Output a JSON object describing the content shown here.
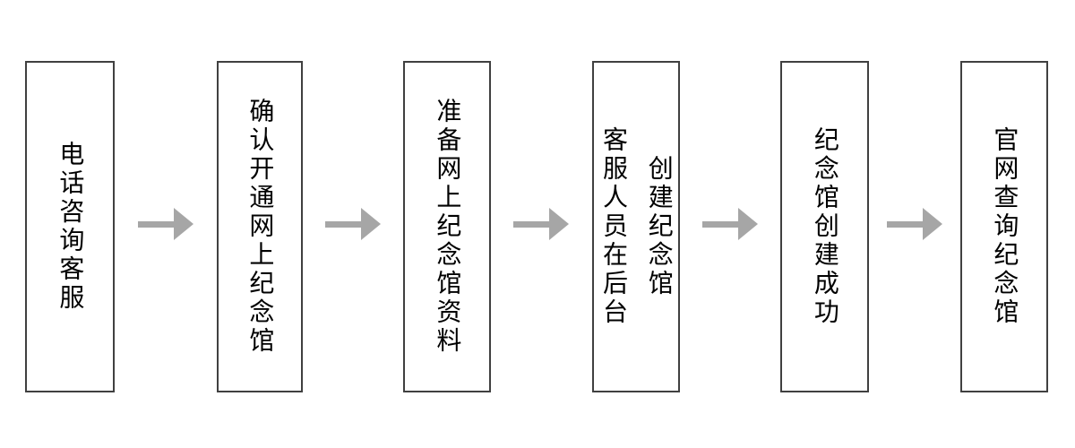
{
  "diagram": {
    "type": "horizontal-flowchart",
    "direction": "left-to-right",
    "steps": [
      {
        "lines": [
          "电话咨询客服"
        ]
      },
      {
        "lines": [
          "确认开通网上纪念馆"
        ]
      },
      {
        "lines": [
          "准备网上纪念馆资料"
        ]
      },
      {
        "lines": [
          "客服人员在后台",
          "创建纪念馆"
        ]
      },
      {
        "lines": [
          "纪念馆创建成功"
        ]
      },
      {
        "lines": [
          "官网查询纪念馆"
        ]
      }
    ],
    "connector_count": 5,
    "colors": {
      "background": "#ffffff",
      "box_border": "#404040",
      "box_fill": "#ffffff",
      "text": "#000000",
      "arrow": "#a6a6a6"
    }
  }
}
